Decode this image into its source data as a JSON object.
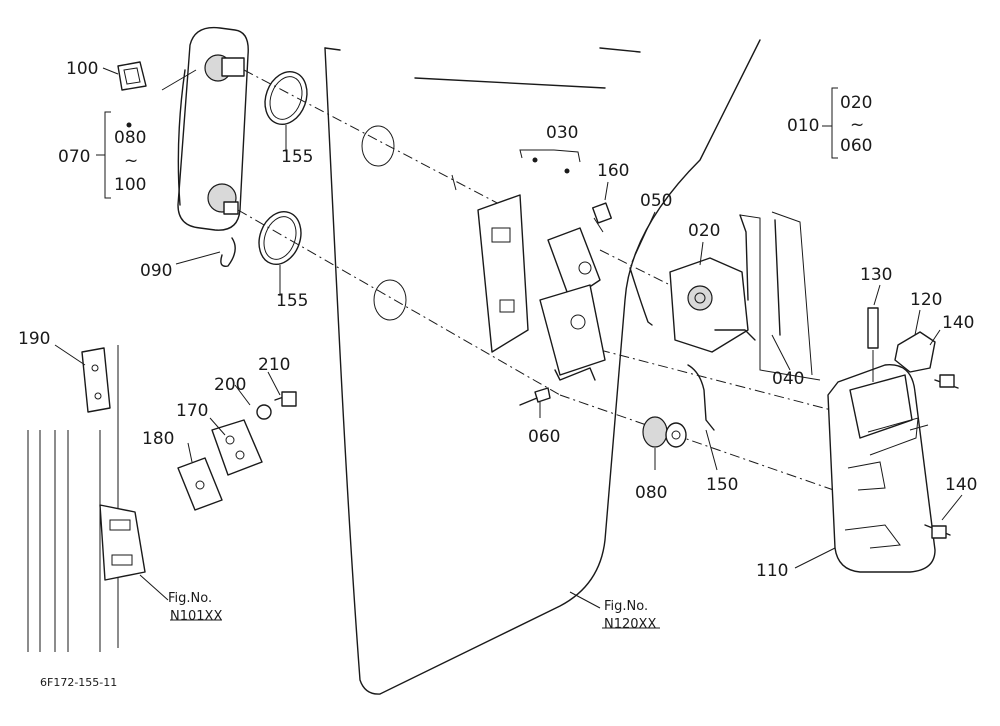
{
  "labels": {
    "p010": "010",
    "p020": "020",
    "p020b": "020",
    "p030": "030",
    "p040": "040",
    "p050": "050",
    "p060": "060",
    "p060b": "060",
    "p070": "070",
    "p080": "080",
    "p080b": "080",
    "p090": "090",
    "p100": "100",
    "p100b": "100",
    "p110": "110",
    "p120": "120",
    "p130": "130",
    "p140a": "140",
    "p140b": "140",
    "p150": "150",
    "p155a": "155",
    "p155b": "155",
    "p160": "160",
    "p170": "170",
    "p180": "180",
    "p190": "190",
    "p200": "200",
    "p210": "210",
    "tilde": "~"
  },
  "refs": {
    "fig_label": "Fig.No.",
    "fig_left": "N101XX",
    "fig_right": "N120XX"
  },
  "drawing_code": "6F172-155-11"
}
